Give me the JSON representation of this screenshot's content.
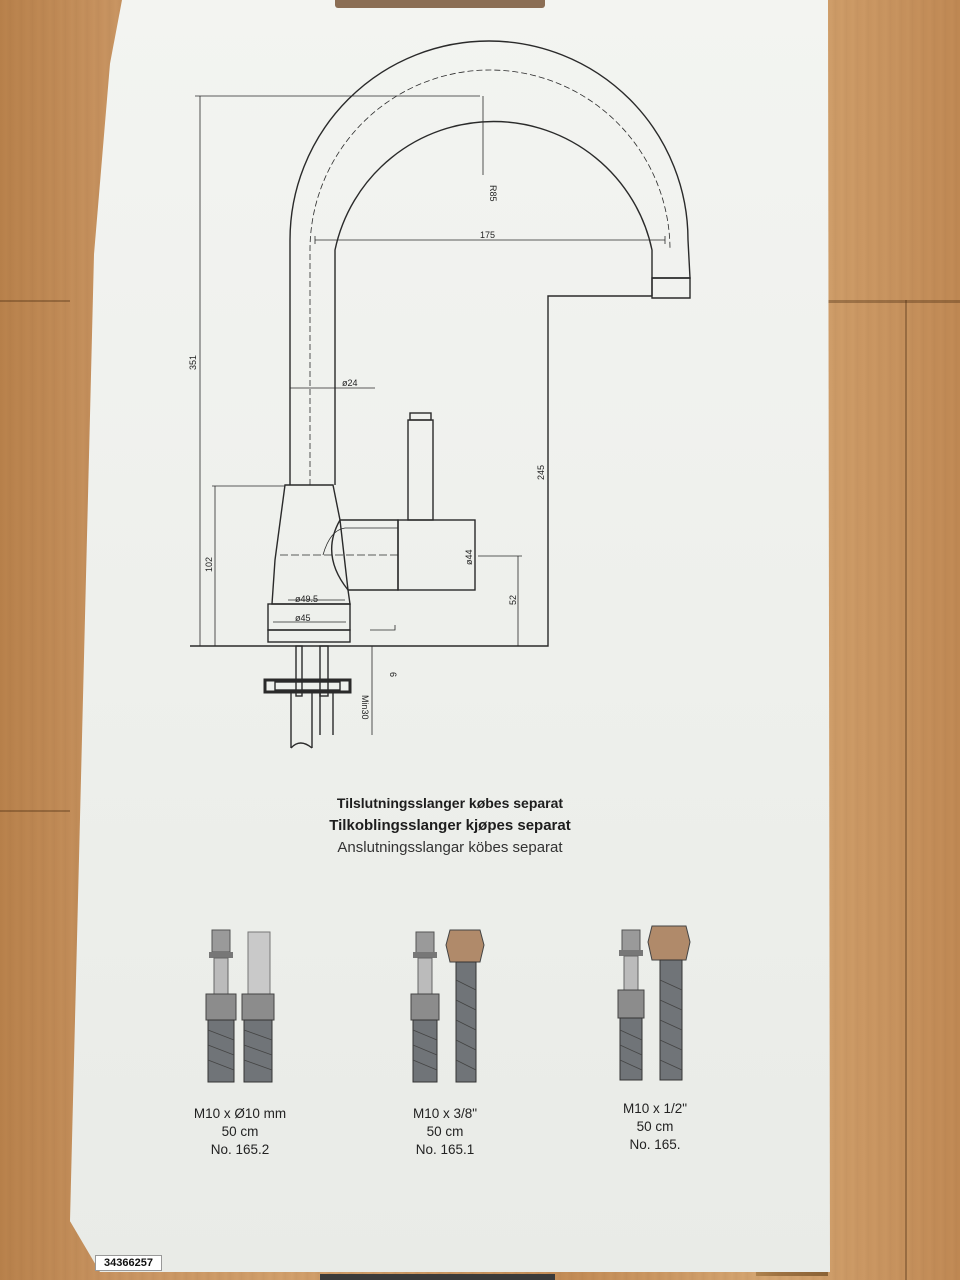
{
  "heading": {
    "line1": "Tilslutningsslanger købes separat",
    "line2": "Tilkoblingsslanger kjøpes separat",
    "line3": "Anslutningsslangar köbes separat"
  },
  "dimensions": {
    "r85": "R85",
    "w175": "175",
    "h351": "351",
    "d24": "ø24",
    "h245": "245",
    "h102": "102",
    "d44": "ø44",
    "h52": "52",
    "d49": "ø49.5",
    "d45": "ø45",
    "h6": "6",
    "min30": "Min30"
  },
  "hoses": [
    {
      "size": "M10 x Ø10 mm",
      "length": "50 cm",
      "number": "No. 165.2"
    },
    {
      "size": "M10 x 3/8\"",
      "length": "50 cm",
      "number": "No. 165.1"
    },
    {
      "size": "M10 x 1/2\"",
      "length": "50 cm",
      "number": "No. 165."
    }
  ],
  "barcode": "34366257",
  "colors": {
    "box": "#eef0ec",
    "line": "#2a2a2a",
    "floor": "#c99562"
  }
}
